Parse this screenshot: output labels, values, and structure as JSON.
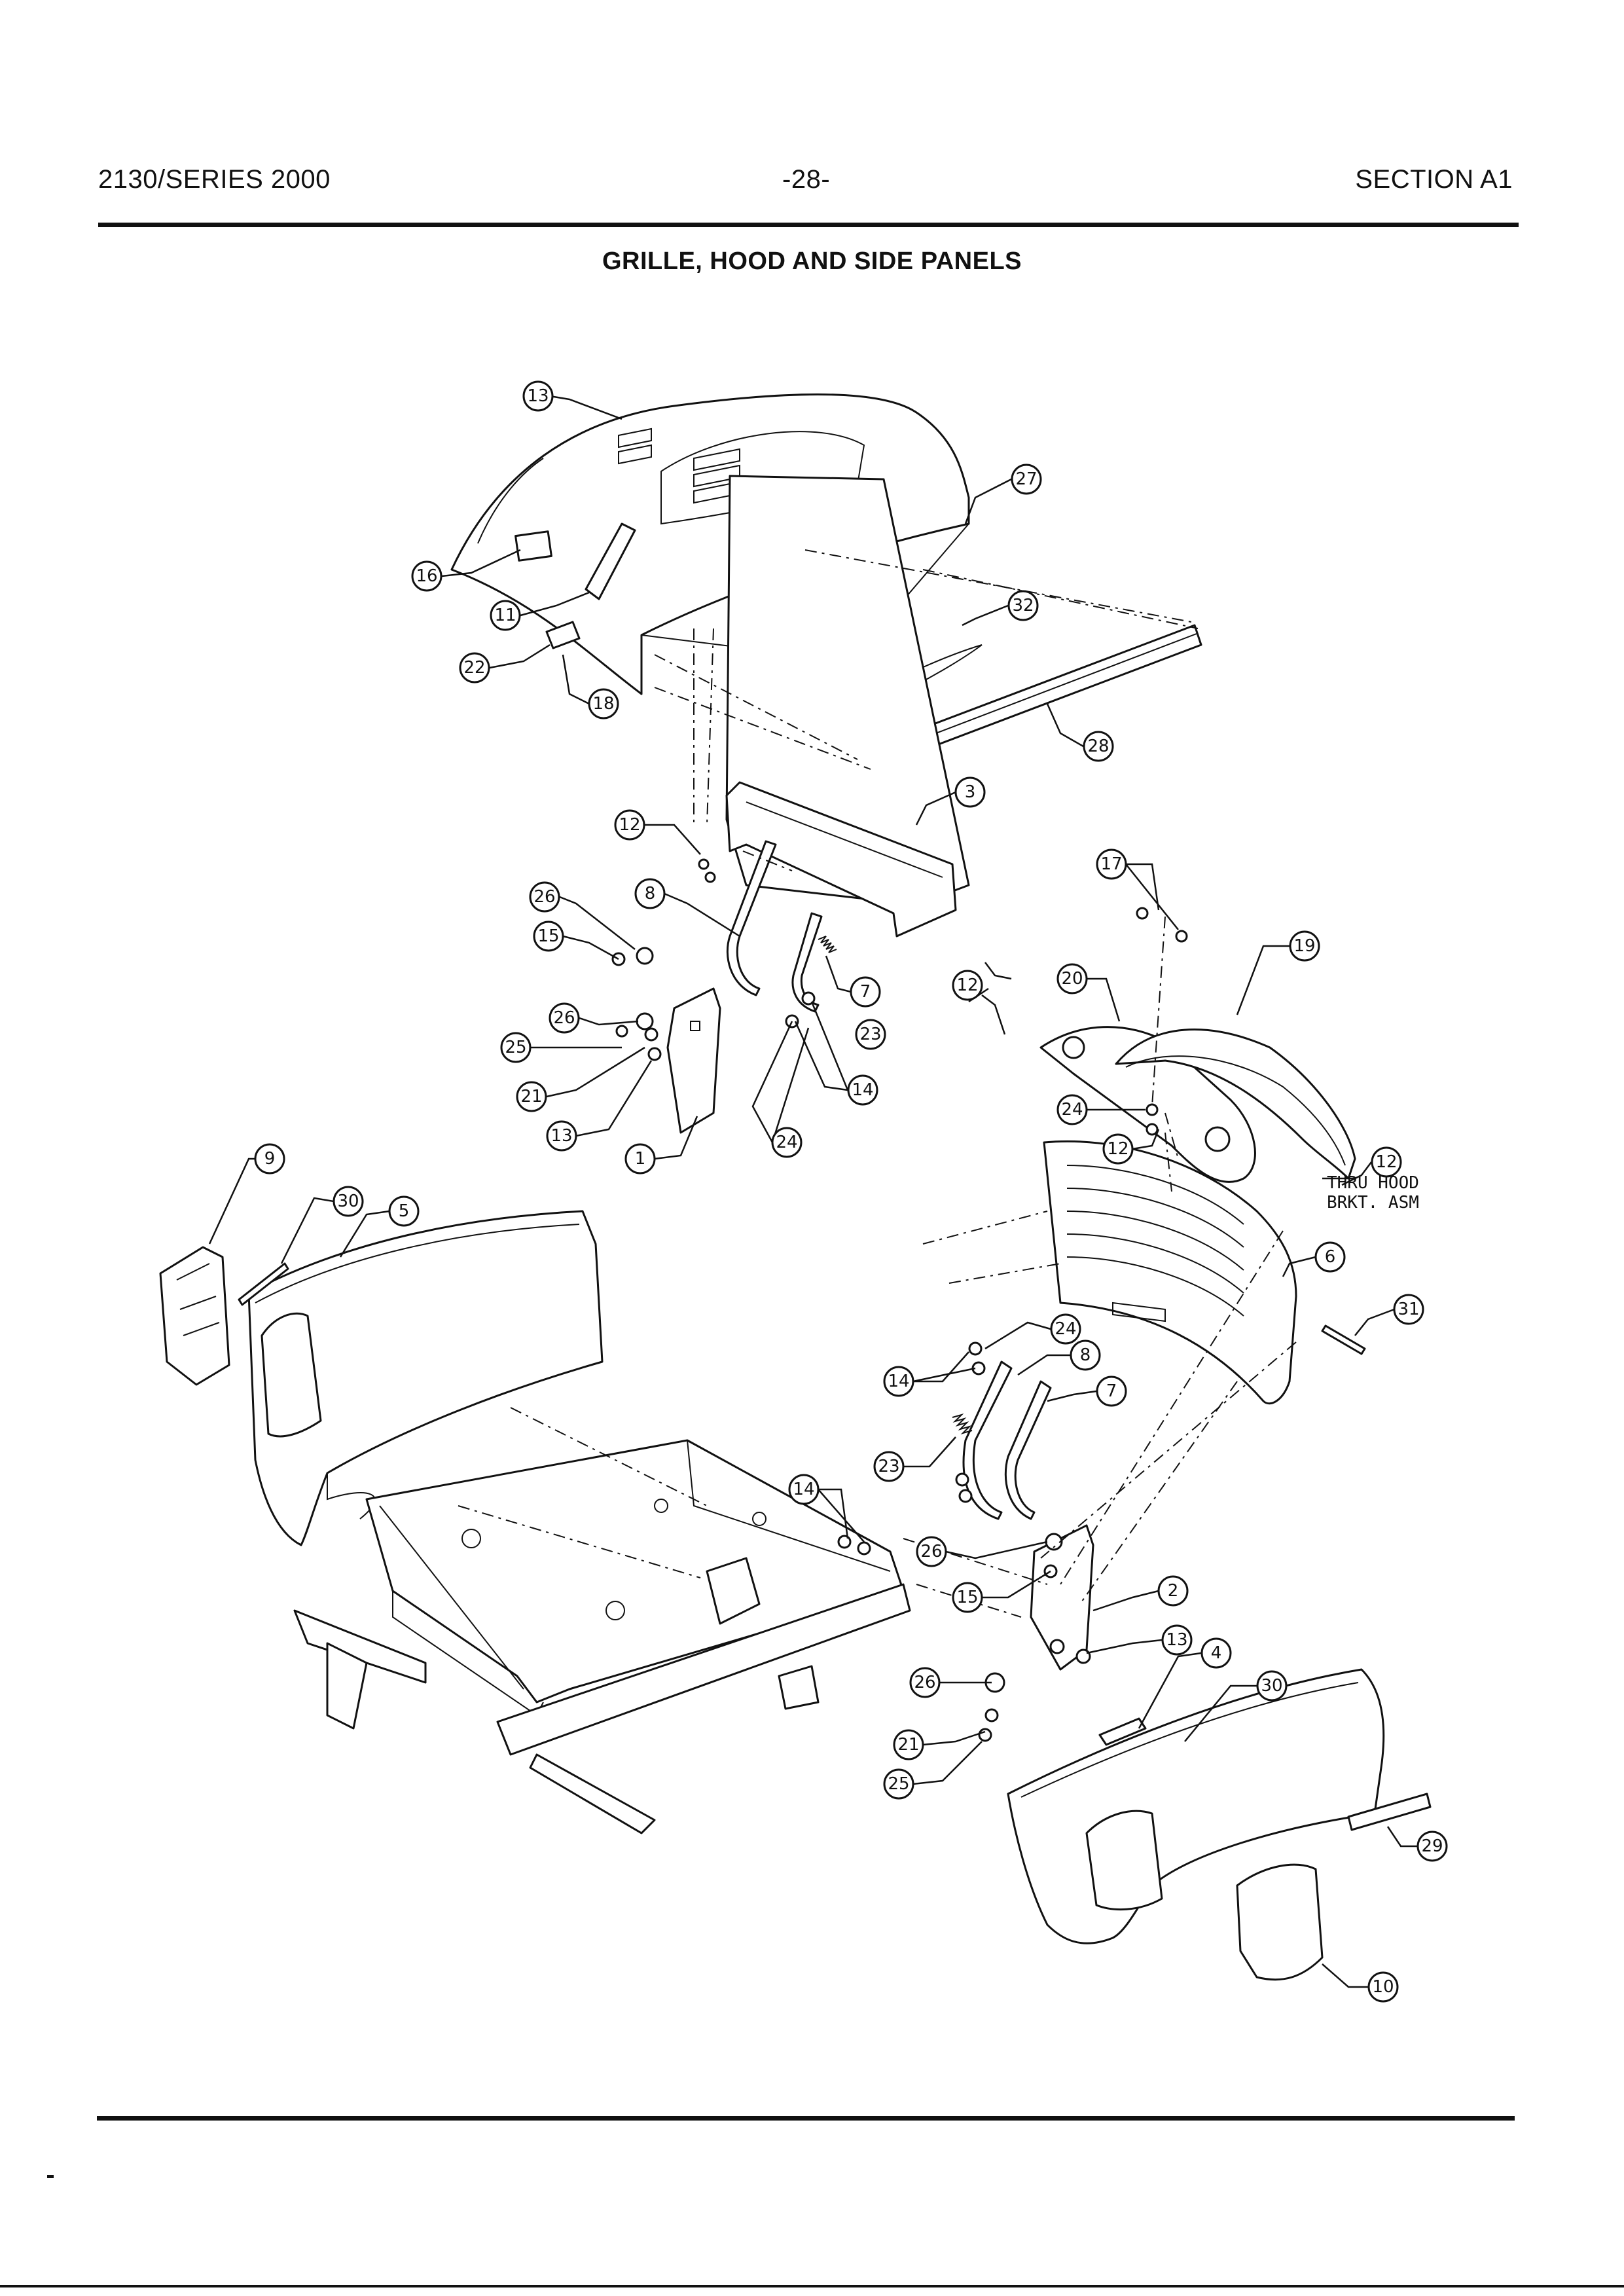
{
  "header": {
    "model": "2130/SERIES 2000",
    "page": "-28-",
    "section": "SECTION A1"
  },
  "title": "GRILLE, HOOD AND SIDE PANELS",
  "note": {
    "line1": "THRU HOOD",
    "line2": "BRKT. ASM"
  },
  "callouts": [
    "13",
    "27",
    "16",
    "11",
    "32",
    "22",
    "18",
    "28",
    "3",
    "12",
    "26",
    "8",
    "15",
    "7",
    "23",
    "25",
    "21",
    "24",
    "14",
    "1",
    "17",
    "19",
    "20",
    "9",
    "30",
    "5",
    "6",
    "31",
    "2",
    "4",
    "29",
    "10"
  ]
}
